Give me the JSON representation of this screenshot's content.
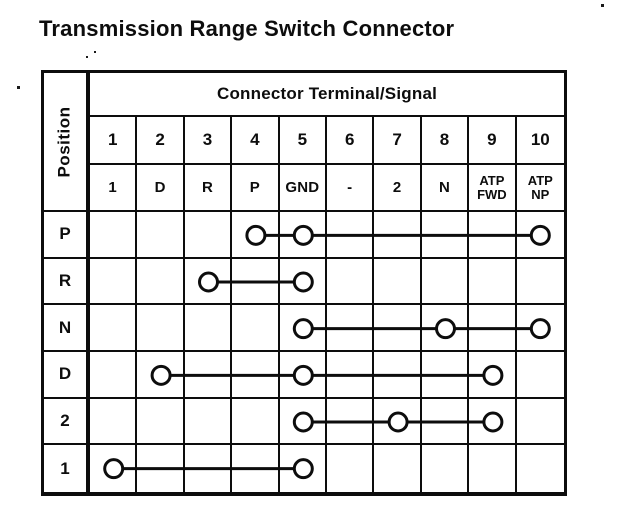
{
  "title": "Transmission Range Switch Connector",
  "table": {
    "position_header": "Position",
    "terminal_header": "Connector Terminal/Signal",
    "terminals": [
      "1",
      "2",
      "3",
      "4",
      "5",
      "6",
      "7",
      "8",
      "9",
      "10"
    ],
    "signals": [
      "1",
      "D",
      "R",
      "P",
      "GND",
      "-",
      "2",
      "N",
      "ATP FWD",
      "ATP NP"
    ],
    "rows": [
      {
        "position": "P",
        "connected_terminals": [
          4,
          5,
          10
        ]
      },
      {
        "position": "R",
        "connected_terminals": [
          3,
          5
        ]
      },
      {
        "position": "N",
        "connected_terminals": [
          5,
          8,
          10
        ]
      },
      {
        "position": "D",
        "connected_terminals": [
          2,
          5,
          9
        ]
      },
      {
        "position": "2",
        "connected_terminals": [
          5,
          7,
          9
        ]
      },
      {
        "position": "1",
        "connected_terminals": [
          1,
          5
        ]
      }
    ],
    "ink_color": "#0d0d0d",
    "paper_color": "#ffffff"
  }
}
